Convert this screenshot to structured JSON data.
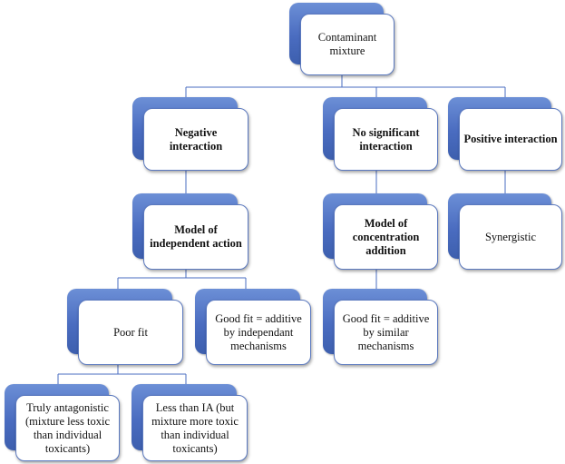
{
  "diagram": {
    "root": {
      "label": "Contaminant mixture"
    },
    "negative": {
      "label": "Negative interaction"
    },
    "no_significant": {
      "label": "No significant interaction"
    },
    "positive": {
      "label": "Positive interaction"
    },
    "independent_action": {
      "label": "Model of independent action"
    },
    "concentration_addition": {
      "label": "Model of concentration addition"
    },
    "synergistic": {
      "label": "Synergistic"
    },
    "poor_fit": {
      "label": "Poor fit"
    },
    "good_fit_independent": {
      "label": "Good fit = additive by independant mechanisms"
    },
    "good_fit_similar": {
      "label": "Good fit = additive by similar mechanisms"
    },
    "truly_antagonistic": {
      "label": "Truly antagonistic (mixture less toxic than individual toxicants)"
    },
    "less_than_ia": {
      "label": "Less than IA (but mixture more toxic than individual toxicants)"
    }
  },
  "colors": {
    "back_box": "#4a6cc0",
    "front_border": "#5b79bf",
    "connector": "#4a6cc0"
  }
}
